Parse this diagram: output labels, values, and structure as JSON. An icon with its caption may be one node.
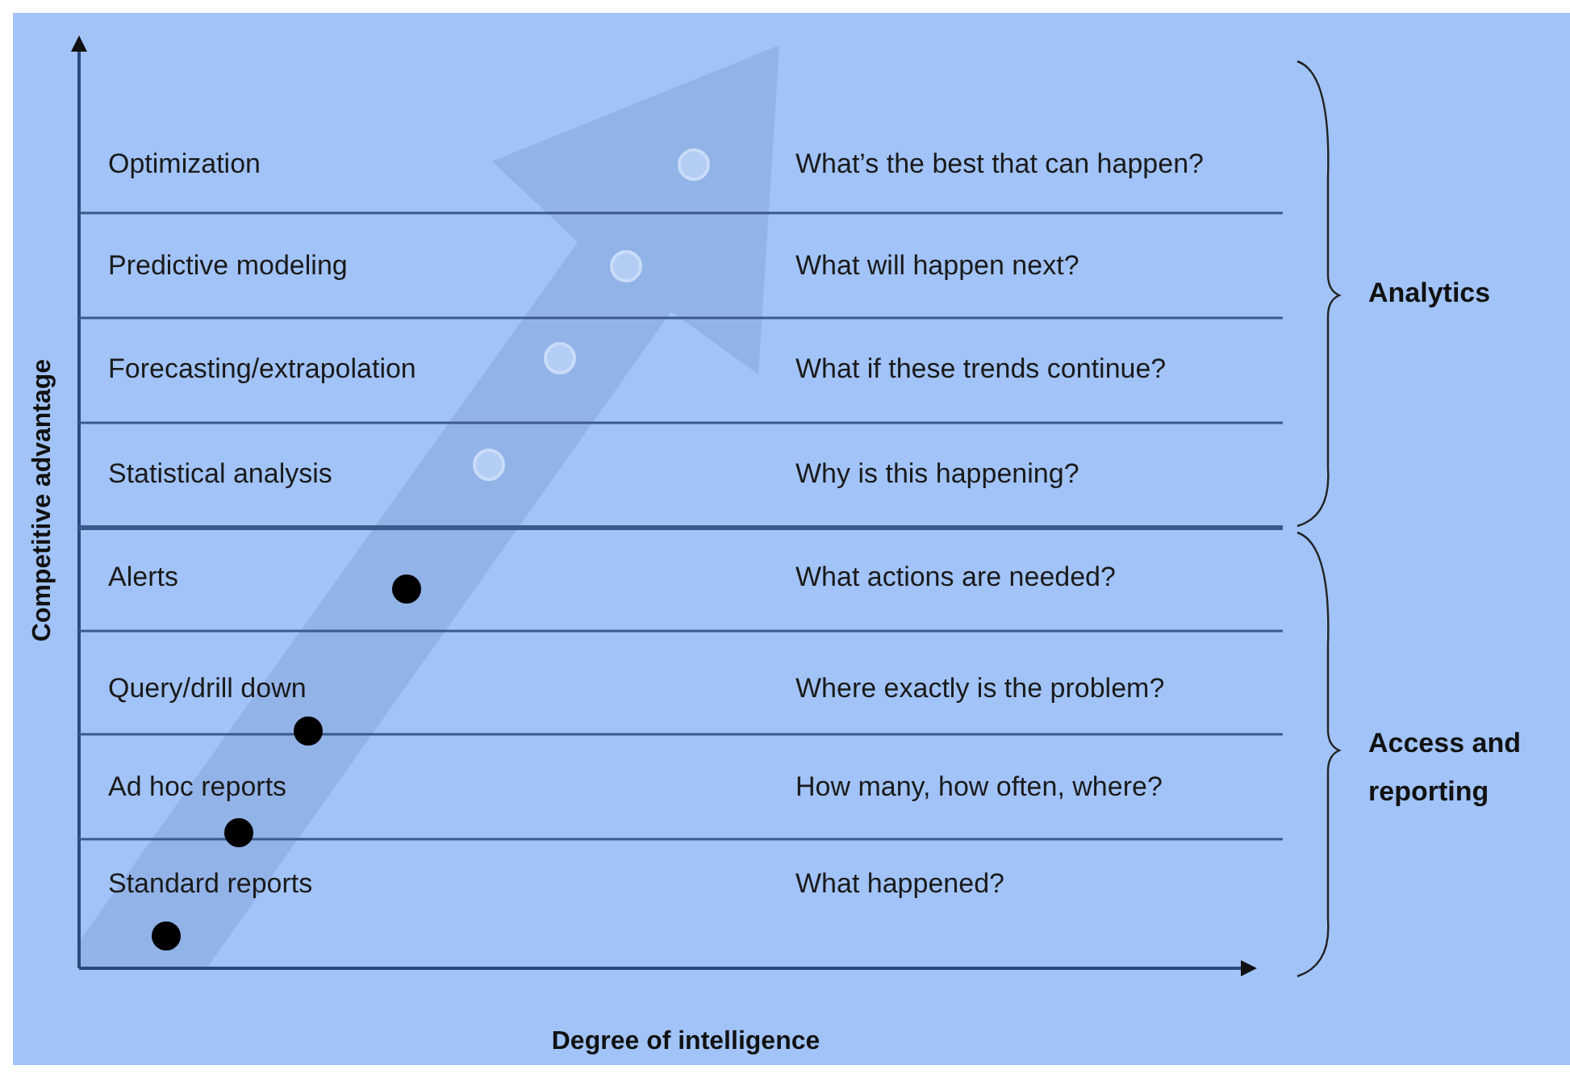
{
  "diagram": {
    "labels": [
      "Optimization",
      "What’s the best that can happen?",
      "Predictive modeling",
      "What will happen next?",
      "Forecasting/extrapolation",
      "What if these trends continue?",
      "Statistical analysis",
      "Why is this happening?",
      "Alerts",
      "What actions are needed?",
      "Query/drill down",
      "Where exactly is the problem?",
      "Ad hoc reports",
      "How many, how often, where?",
      "Standard reports",
      "What happened?",
      "Analytics",
      "Access and reporting",
      "Competitive advantage",
      "Degree of intelligence"
    ]
  }
}
